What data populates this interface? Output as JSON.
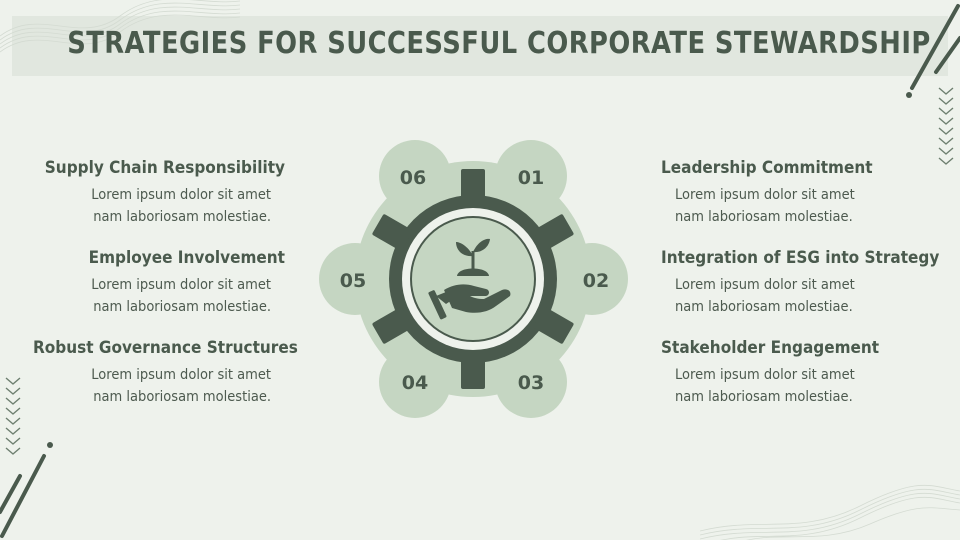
{
  "title": "STRATEGIES FOR SUCCESSFUL CORPORATE STEWARDSHIP",
  "colors": {
    "dark": "#4a5a4d",
    "petal": "#c5d6c2",
    "background": "#eef2ec"
  },
  "center_icon": "hand-with-sprouting-plant-icon",
  "petals": [
    {
      "number": "01"
    },
    {
      "number": "02"
    },
    {
      "number": "03"
    },
    {
      "number": "04"
    },
    {
      "number": "05"
    },
    {
      "number": "06"
    }
  ],
  "items": [
    {
      "title": "Leadership Commitment",
      "line1": "Lorem ipsum dolor sit amet",
      "line2": "nam laboriosam molestiae."
    },
    {
      "title": "Integration of ESG into Strategy",
      "line1": "Lorem ipsum dolor sit amet",
      "line2": "nam laboriosam molestiae."
    },
    {
      "title": "Stakeholder Engagement",
      "line1": "Lorem ipsum dolor sit amet",
      "line2": "nam laboriosam molestiae."
    },
    {
      "title": "Robust Governance Structures",
      "line1": "Lorem ipsum dolor sit amet",
      "line2": "nam laboriosam molestiae."
    },
    {
      "title": "Employee Involvement",
      "line1": "Lorem ipsum dolor sit amet",
      "line2": "nam laboriosam molestiae."
    },
    {
      "title": "Supply Chain Responsibility",
      "line1": "Lorem ipsum dolor sit amet",
      "line2": "nam laboriosam molestiae."
    }
  ]
}
